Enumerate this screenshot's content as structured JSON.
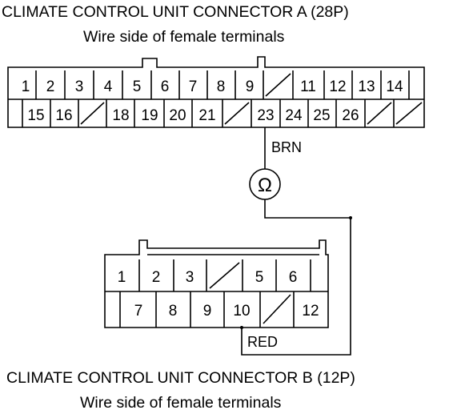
{
  "connector_a": {
    "title": "CLIMATE CONTROL UNIT CONNECTOR A (28P)",
    "subtitle": "Wire side of female terminals",
    "row1": [
      "1",
      "2",
      "3",
      "4",
      "5",
      "6",
      "7",
      "8",
      "9",
      "",
      "11",
      "12",
      "13",
      "14"
    ],
    "row2": [
      "15",
      "16",
      "",
      "18",
      "19",
      "20",
      "21",
      "",
      "23",
      "24",
      "25",
      "26",
      "",
      ""
    ]
  },
  "connector_b": {
    "title": "CLIMATE CONTROL UNIT CONNECTOR B (12P)",
    "subtitle": "Wire side of female terminals",
    "row1": [
      "1",
      "2",
      "3",
      "",
      "5",
      "6"
    ],
    "row2": [
      "7",
      "8",
      "9",
      "10",
      "",
      "12"
    ]
  },
  "wires": {
    "a_wire_color": "BRN",
    "b_wire_color": "RED"
  },
  "meter": {
    "symbol": "Ω"
  }
}
